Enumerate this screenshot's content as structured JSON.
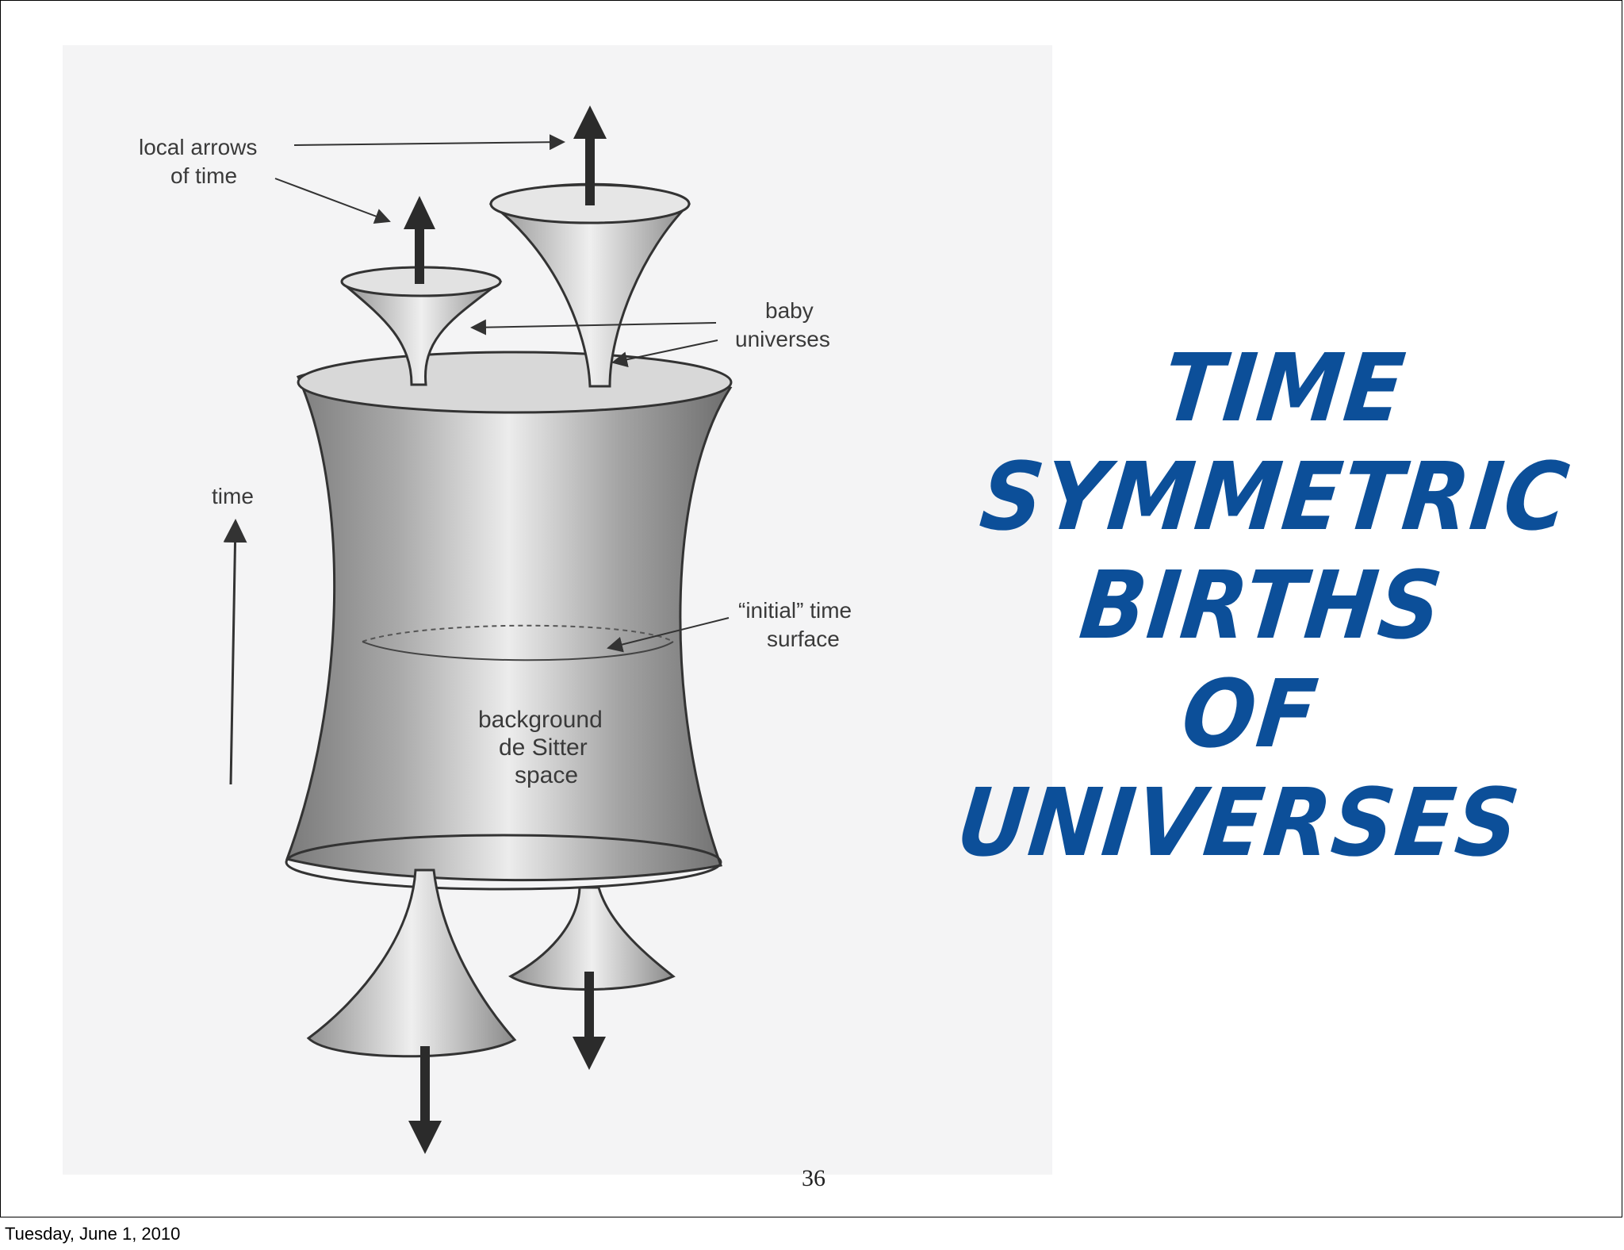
{
  "slide": {
    "title_lines": [
      "Time",
      "symmetric",
      "births",
      "of",
      "universes"
    ],
    "page_number": "36",
    "footer_date": "Tuesday, June 1, 2010",
    "title_color": "#0c4f99"
  },
  "diagram": {
    "labels": {
      "arrows_line1": "local arrows",
      "arrows_line2": "of time",
      "baby_line1": "baby",
      "baby_line2": "universes",
      "time": "time",
      "initial_line1": "“initial” time",
      "initial_line2": "surface",
      "background_line1": "background",
      "background_line2": "de Sitter",
      "background_line3": "space"
    }
  }
}
